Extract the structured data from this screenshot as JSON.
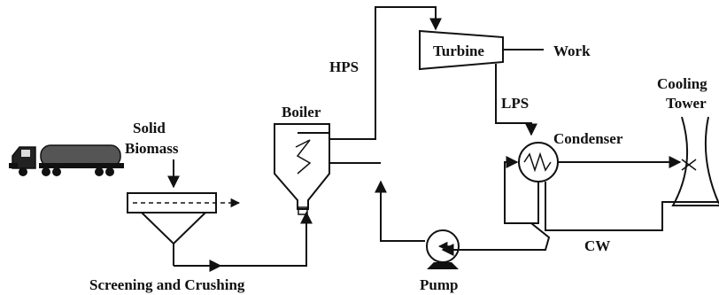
{
  "diagram": {
    "labels": {
      "solid": "Solid",
      "biomass": "Biomass",
      "screening": "Screening and Crushing",
      "boiler": "Boiler",
      "hps": "HPS",
      "turbine": "Turbine",
      "work": "Work",
      "lps": "LPS",
      "condenser": "Condenser",
      "cooling": "Cooling",
      "tower": "Tower",
      "cw": "CW",
      "pump": "Pump"
    },
    "colors": {
      "stroke": "#111111",
      "truck_tank": "#555555",
      "background": "#ffffff"
    }
  }
}
